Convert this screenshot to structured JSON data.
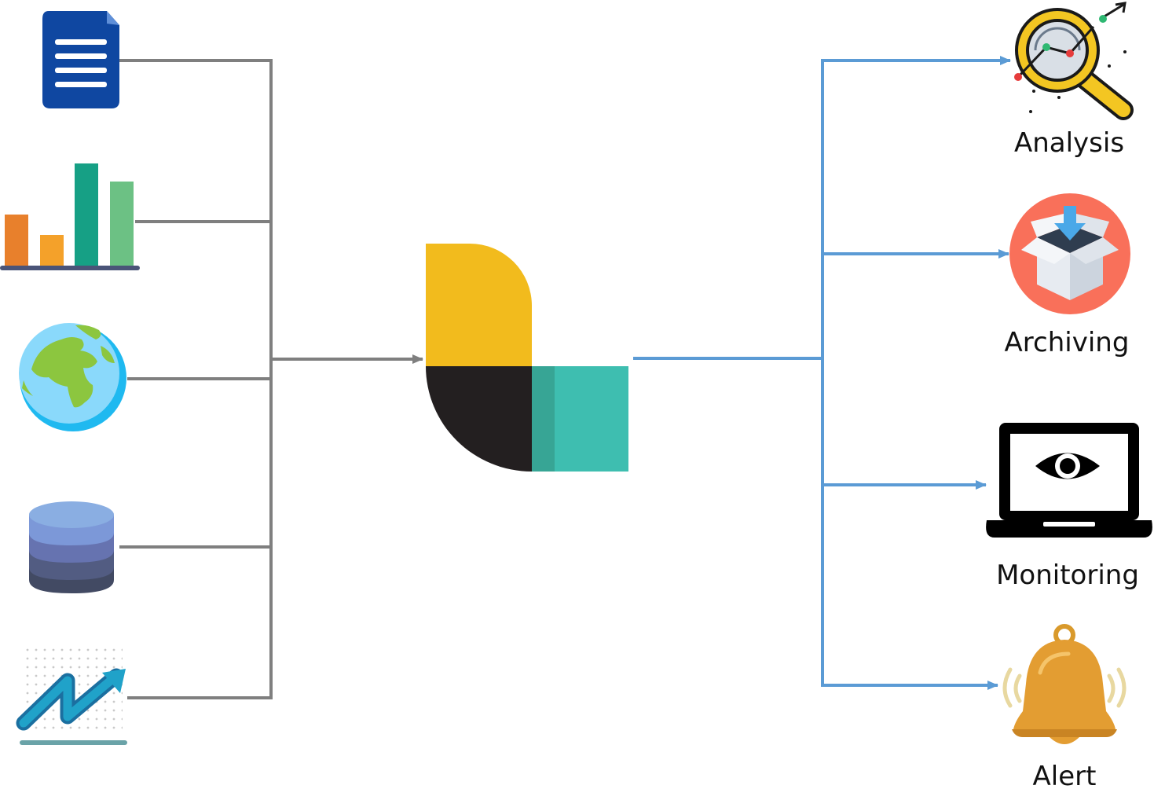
{
  "outputs": {
    "analysis": "Analysis",
    "archiving": "Archiving",
    "monitoring": "Monitoring",
    "alert": "Alert"
  },
  "sources": [
    {
      "icon": "document-icon"
    },
    {
      "icon": "bar-chart-icon"
    },
    {
      "icon": "globe-icon"
    },
    {
      "icon": "database-icon"
    },
    {
      "icon": "trend-arrow-icon"
    }
  ],
  "hub": {
    "icon": "elastic-logo-icon"
  },
  "colors": {
    "input_connector": "#7f7f7f",
    "output_connector": "#5b9bd5",
    "logo_yellow": "#f2bb1d",
    "logo_black": "#231f20",
    "logo_teal": "#3ebeb0",
    "logo_teal_dark": "#37a595"
  }
}
